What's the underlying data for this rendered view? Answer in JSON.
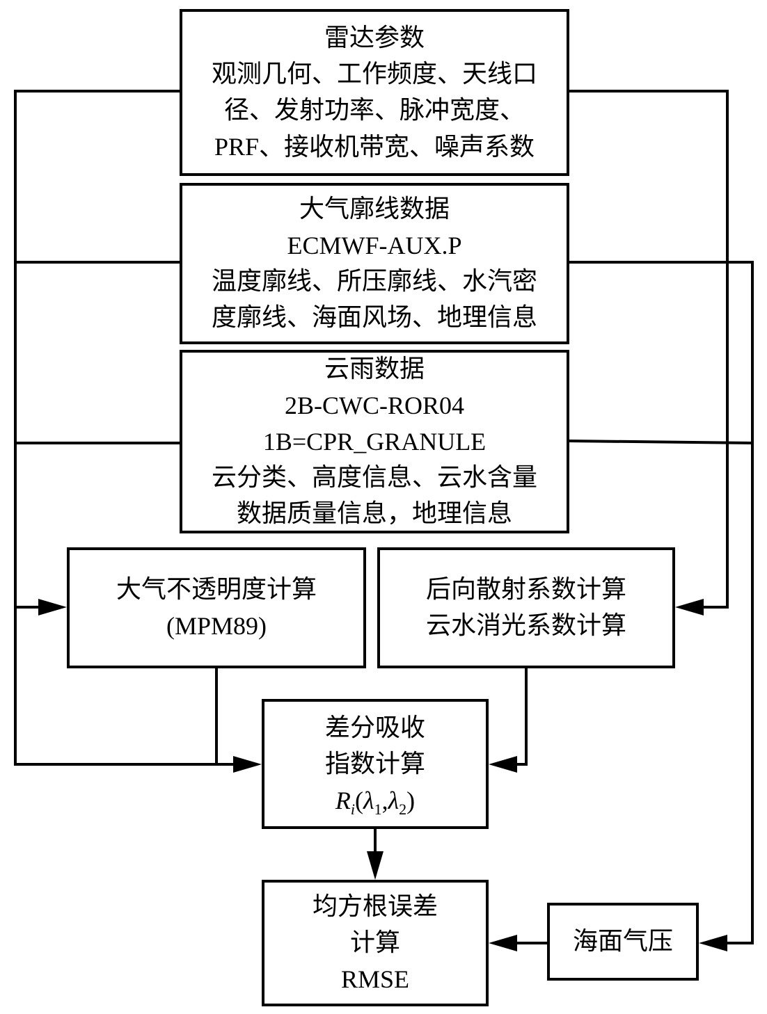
{
  "diagram": {
    "radar": {
      "title": "雷达参数",
      "lines": [
        "观测几何、工作频度、天线口",
        "径、发射功率、脉冲宽度、",
        "PRF、接收机带宽、噪声系数"
      ]
    },
    "atmosphere": {
      "title": "大气廓线数据",
      "lines": [
        "ECMWF-AUX.P",
        "温度廓线、所压廓线、水汽密",
        "度廓线、海面风场、地理信息"
      ]
    },
    "cloud": {
      "title": "云雨数据",
      "lines": [
        "2B-CWC-ROR04",
        "1B=CPR_GRANULE",
        "云分类、高度信息、云水含量",
        "数据质量信息，地理信息"
      ]
    },
    "opacity": {
      "lines": [
        "大气不透明度计算",
        "(MPM89)"
      ]
    },
    "backscatter": {
      "lines": [
        "后向散射系数计算",
        "云水消光系数计算"
      ]
    },
    "dai": {
      "lines": [
        "差分吸收",
        "指数计算"
      ],
      "formula": {
        "r": "R",
        "i": "i",
        "open": "(",
        "l1": "λ",
        "s1": "1",
        "comma": ",",
        "l2": "λ",
        "s2": "2",
        "close": ")"
      }
    },
    "rmse": {
      "lines": [
        "均方根误差",
        "计算",
        "RMSE"
      ]
    },
    "slp": {
      "label": "海面气压"
    }
  }
}
